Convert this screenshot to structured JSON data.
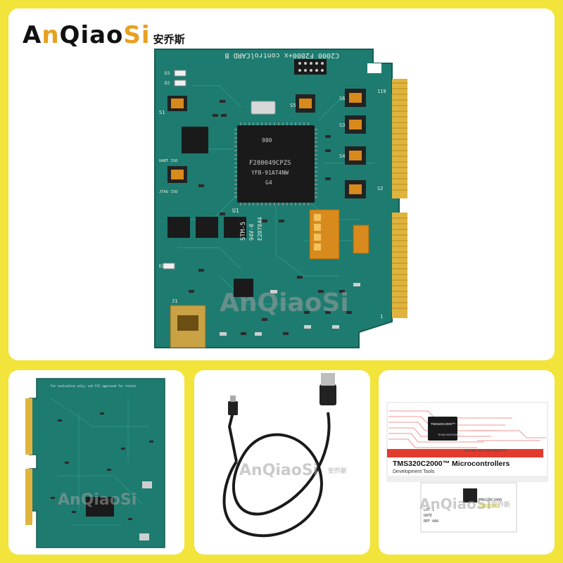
{
  "brand": {
    "latin_prefix": "A",
    "latin_n": "n",
    "latin_middle": "Qiao",
    "latin_si": "Si",
    "chinese": "安乔斯"
  },
  "watermark": {
    "main": "AnQiaoSi",
    "chinese": "安乔斯"
  },
  "board": {
    "edge_label": "C2000 F2800+x controlCARD B",
    "mcu_marking": [
      "980",
      "F280049CPZS",
      "YFB-91AT4NW",
      "G4"
    ],
    "stm_label": "STM-5",
    "board_code": "94V-0",
    "board_number": "E207844",
    "silkscreen": {
      "s1": "S1",
      "s2": "S2",
      "s3": "S3",
      "s4": "S4",
      "s5": "S5",
      "s6": "S6",
      "j1": "J1",
      "u1": "U1",
      "d1": "D1",
      "d2": "D2",
      "d3": "D3",
      "jtag": "JTAG ISO",
      "uart": "UART ISO",
      "pin119": "119",
      "pin1": "1"
    }
  },
  "back_board": {
    "note": "For evaluation only; not FCC approved for resale"
  },
  "docs": {
    "card_title": "TMS320C2000™",
    "card_brand": "TEXAS INSTRUMENTS",
    "brand": "TEXAS INSTRUMENTS",
    "title": "TMS320C2000™ Microcontrollers",
    "subtitle": "Development Tools",
    "label_lines": [
      "TMS320C2000",
      "LOT 1",
      "DATE",
      "REF 4A8"
    ]
  },
  "colors": {
    "background": "#f2e43b",
    "pcb": "#1e7b70",
    "gold": "#e0b43c",
    "ti_red": "#e23b2d"
  }
}
